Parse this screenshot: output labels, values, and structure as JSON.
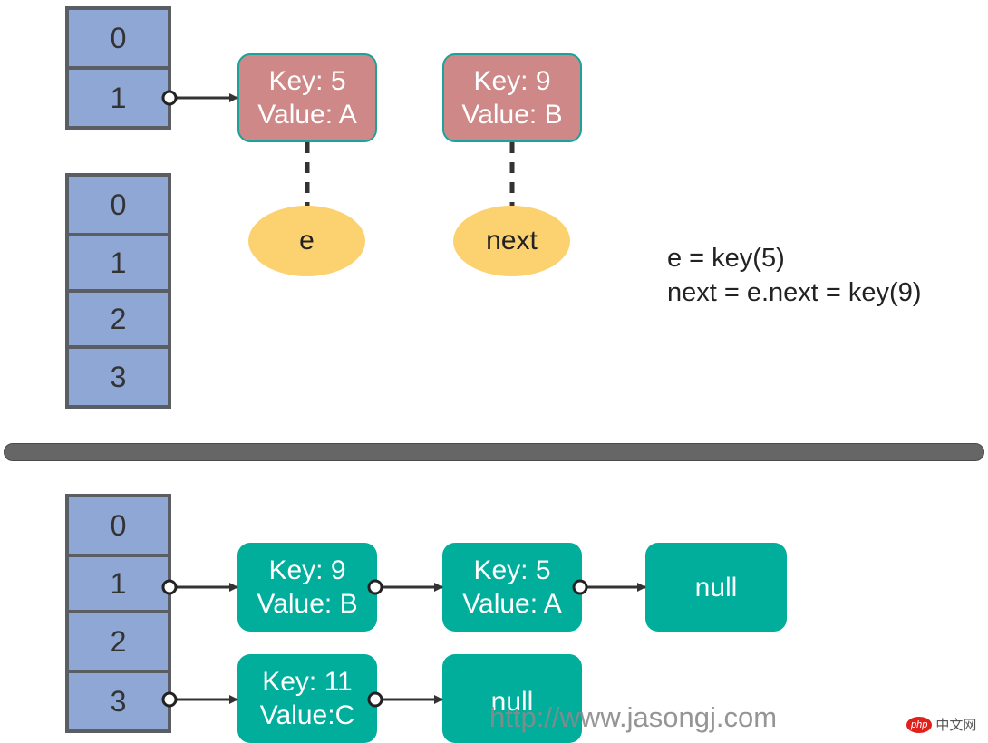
{
  "top_array": [
    "0",
    "1"
  ],
  "mid_array": [
    "0",
    "1",
    "2",
    "3"
  ],
  "bottom_array": [
    "0",
    "1",
    "2",
    "3"
  ],
  "top_nodes": [
    {
      "key": "Key: 5",
      "value": "Value: A"
    },
    {
      "key": "Key: 9",
      "value": "Value: B"
    }
  ],
  "pointers": {
    "e": "e",
    "next": "next"
  },
  "notes": {
    "line1": "e = key(5)",
    "line2": "next = e.next = key(9)"
  },
  "bottom_row1": [
    {
      "key": "Key: 9",
      "value": "Value: B"
    },
    {
      "key": "Key: 5",
      "value": "Value: A"
    },
    {
      "null": "null"
    }
  ],
  "bottom_row2": [
    {
      "key": "Key: 11",
      "value": "Value:C"
    },
    {
      "null": "null"
    }
  ],
  "watermark": "http://www.jasongj.com",
  "badge": {
    "logo": "php",
    "text": "中文网"
  },
  "colors": {
    "array_cell": "#8ea7d4",
    "node_old": "#cd8887",
    "node_new": "#00ae9b",
    "pointer_ellipse": "#fcd271",
    "divider": "#666666"
  }
}
